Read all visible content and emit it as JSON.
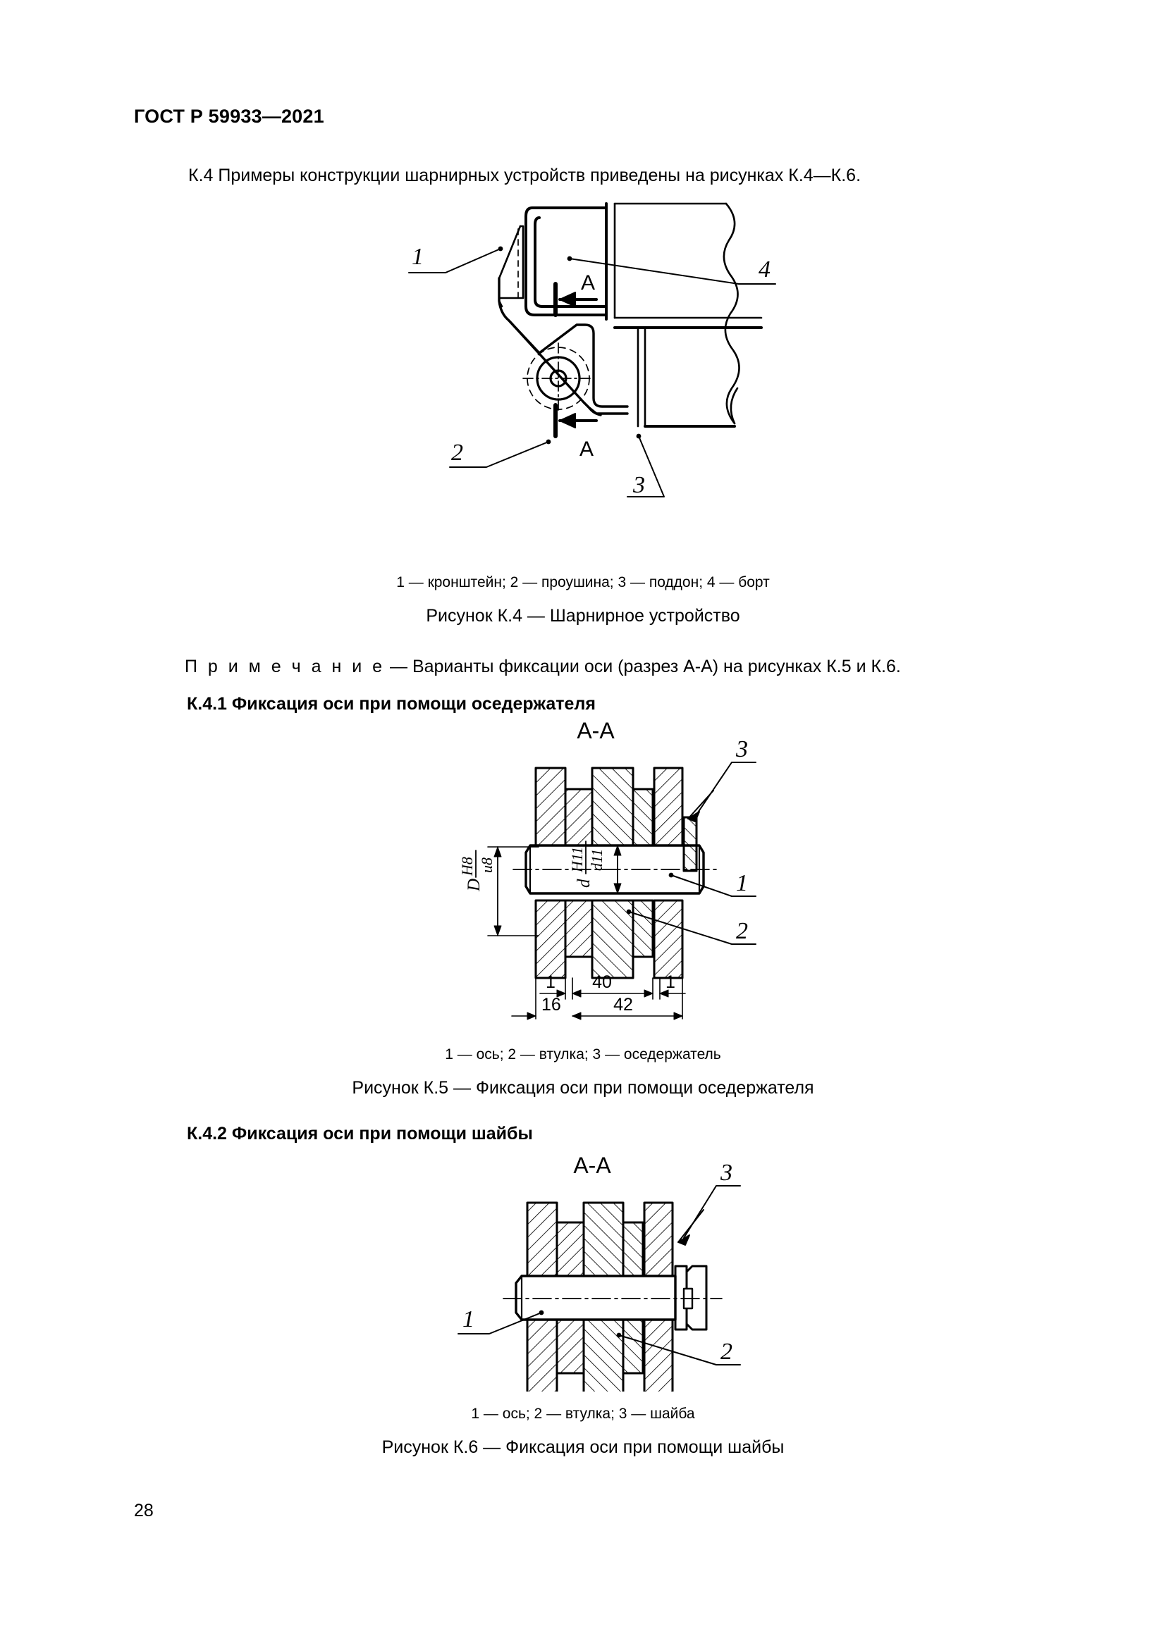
{
  "document": {
    "header": "ГОСТ Р 59933—2021",
    "page_number": "28"
  },
  "body": {
    "clause_k4": "К.4 Примеры конструкции шарнирных устройств приведены на рисунках К.4—К.6.",
    "note_label": "П р и м е ч а н и е",
    "note_text": "— Варианты фиксации оси (разрез А-А) на рисунках К.5 и К.6.",
    "heading_k41": "К.4.1 Фиксация оси при помощи оседержателя",
    "heading_k42": "К.4.2 Фиксация оси при помощи шайбы"
  },
  "figures": [
    {
      "id": "K.4",
      "section_label": "",
      "legend": "1 — кронштейн; 2 — проушина; 3 — поддон; 4 — борт",
      "caption": "Рисунок К.4 — Шарнирное устройство",
      "callouts": [
        "1",
        "2",
        "3",
        "4"
      ],
      "section_marks": [
        "A",
        "A"
      ]
    },
    {
      "id": "K.5",
      "section_label": "А-А",
      "legend": "1 — ось; 2 — втулка; 3 — оседержатель",
      "caption": "Рисунок К.5 — Фиксация оси при помощи оседержателя",
      "callouts": [
        "1",
        "2",
        "3"
      ],
      "tolerances": {
        "outer_diameter": {
          "symbol": "D",
          "upper": "H8",
          "lower": "u8"
        },
        "inner_diameter": {
          "symbol": "d",
          "upper": "H11",
          "lower": "d11"
        }
      },
      "dimensions": {
        "top_row": [
          "1",
          "40",
          "1"
        ],
        "bottom_row": [
          "16",
          "42"
        ]
      }
    },
    {
      "id": "K.6",
      "section_label": "А-А",
      "legend": "1 — ось; 2 — втулка; 3 — шайба",
      "caption": "Рисунок К.6 — Фиксация оси при помощи шайбы",
      "callouts": [
        "1",
        "2",
        "3"
      ]
    }
  ],
  "colors": {
    "ink": "#000000",
    "paper": "#ffffff"
  }
}
